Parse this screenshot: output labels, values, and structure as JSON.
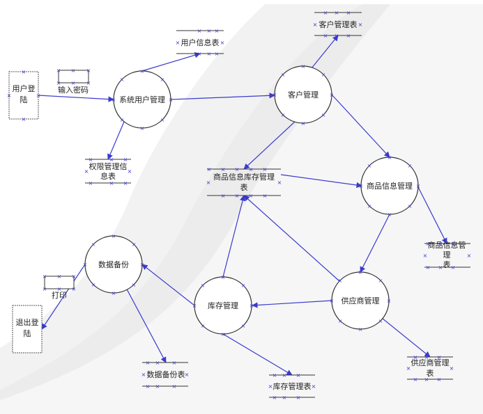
{
  "processes": [
    {
      "id": "sys_user_mgmt",
      "label": "系统用户管理"
    },
    {
      "id": "customer_mgmt",
      "label": "客户管理"
    },
    {
      "id": "product_info_mgmt",
      "label": "商品信息管理"
    },
    {
      "id": "data_backup",
      "label": "数据备份"
    },
    {
      "id": "inventory_mgmt",
      "label": "库存管理"
    },
    {
      "id": "supplier_mgmt",
      "label": "供应商管理"
    }
  ],
  "datastores": [
    {
      "id": "user_info_table",
      "label": "用户信息表"
    },
    {
      "id": "customer_table",
      "label": "客户管理表"
    },
    {
      "id": "permission_table",
      "label": [
        "权限管理信",
        "息表"
      ]
    },
    {
      "id": "product_inventory_table",
      "label": [
        "商品信息库存管理",
        "表"
      ]
    },
    {
      "id": "product_info_table",
      "label": [
        "商品信息管",
        "理",
        "表"
      ]
    },
    {
      "id": "backup_table",
      "label": "数据备份表"
    },
    {
      "id": "inventory_table",
      "label": "库存管理表"
    },
    {
      "id": "supplier_table",
      "label": [
        "供应商管理",
        "表"
      ]
    }
  ],
  "entities": [
    {
      "id": "user_login",
      "label": [
        "用户登",
        "陆"
      ]
    },
    {
      "id": "logout",
      "label": [
        "退出登",
        "陆"
      ]
    }
  ],
  "flow_labels": [
    {
      "id": "input_password",
      "label": "输入密码"
    },
    {
      "id": "print",
      "label": "打印"
    }
  ],
  "colors": {
    "line": "#3a3ad0",
    "stroke": "#333333",
    "swoosh": "#e9e9e9"
  }
}
